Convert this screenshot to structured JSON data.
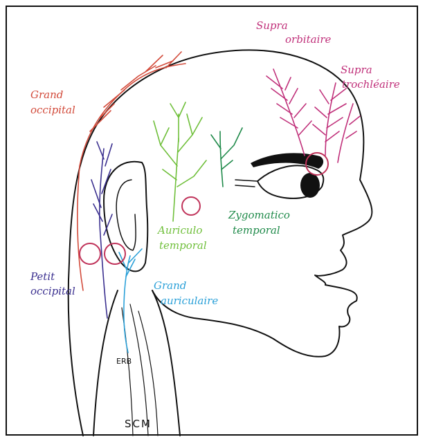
{
  "colors": {
    "outline": "#111111",
    "grand_occipital": "#d24a3a",
    "petit_occipital": "#3a2f8f",
    "grand_auriculaire": "#2aa0d8",
    "auriculo_temporal": "#6fbf3a",
    "zygomatico_temporal": "#1f8a4a",
    "supra": "#c0307a",
    "emergence_circle": "#c0335a"
  },
  "labels": {
    "grand_occipital": [
      "Grand",
      "occipital"
    ],
    "petit_occipital": [
      "Petit",
      "occipital"
    ],
    "grand_auriculaire": [
      "Grand",
      "auriculaire"
    ],
    "auriculo_temporal": [
      "Auriculo",
      "temporal"
    ],
    "zygomatico_temporal": [
      "Zygomatico",
      "temporal"
    ],
    "supra_orbitaire": [
      "Supra",
      "orbitaire"
    ],
    "supra_trochleaire": [
      "Supra",
      "trochléaire"
    ],
    "erb": "ERB",
    "scm": "SCM"
  }
}
